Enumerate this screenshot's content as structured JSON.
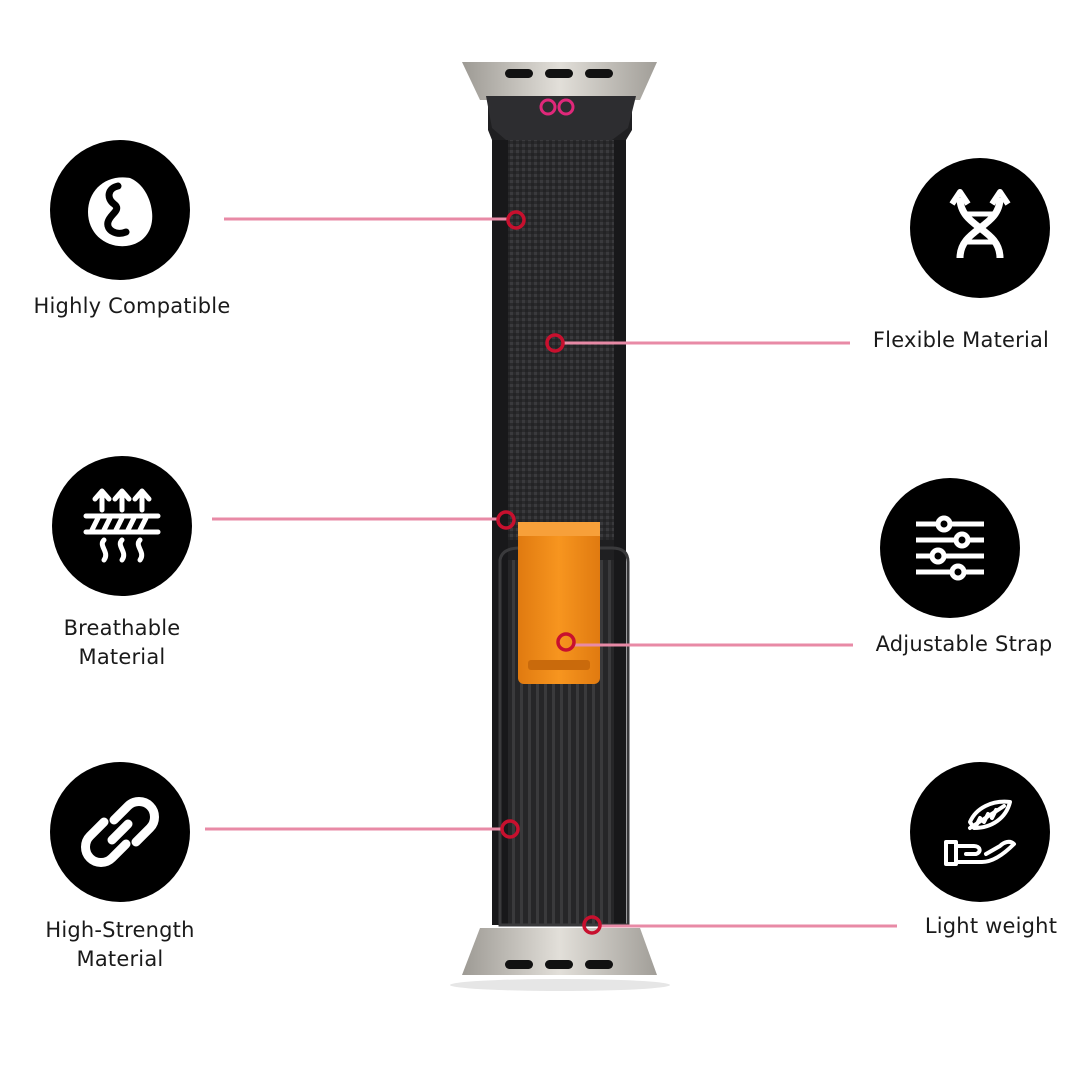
{
  "features": {
    "compatible": {
      "line1": "Highly Compatible",
      "icon": "compatibility-icon"
    },
    "flexible": {
      "line1": "Flexible Material",
      "icon": "dna-twist-icon"
    },
    "breathable": {
      "line1": "Breathable",
      "line2": "Material",
      "icon": "breathable-layers-icon"
    },
    "adjustable": {
      "line1": "Adjustable Strap",
      "icon": "sliders-icon"
    },
    "strength": {
      "line1": "High-Strength",
      "line2": "Material",
      "icon": "chain-link-icon"
    },
    "lightweight": {
      "line1": "Light weight",
      "icon": "feather-hand-icon"
    }
  },
  "colors": {
    "callout_line": "#e88aa6",
    "callout_dot": "#c8102e",
    "strap": "#2b2b2d",
    "buckle": "#f08a1c",
    "connector": "#c9c6c0",
    "badge": "#000000"
  }
}
